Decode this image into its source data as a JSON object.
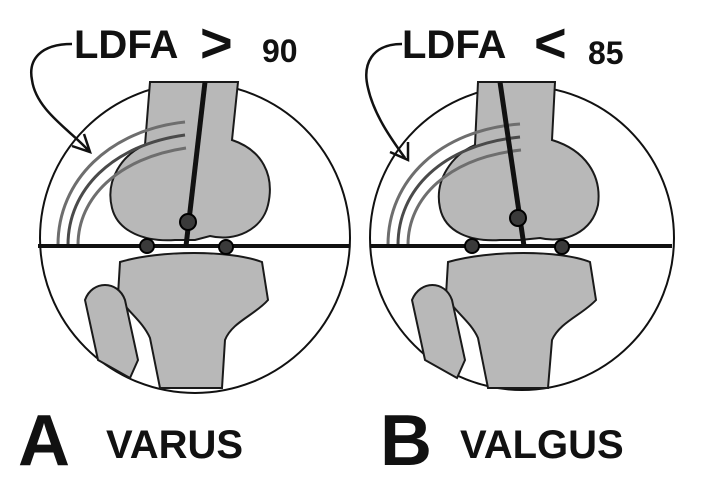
{
  "panels": [
    {
      "letter": "A",
      "name": "VARUS",
      "measure": "LDFA",
      "comparator": ">",
      "threshold": "90"
    },
    {
      "letter": "B",
      "name": "VALGUS",
      "measure": "LDFA",
      "comparator": "<",
      "threshold": "85"
    }
  ],
  "colors": {
    "bone_fill": "#b8b8b8",
    "outline": "#111111",
    "background": "#ffffff"
  }
}
